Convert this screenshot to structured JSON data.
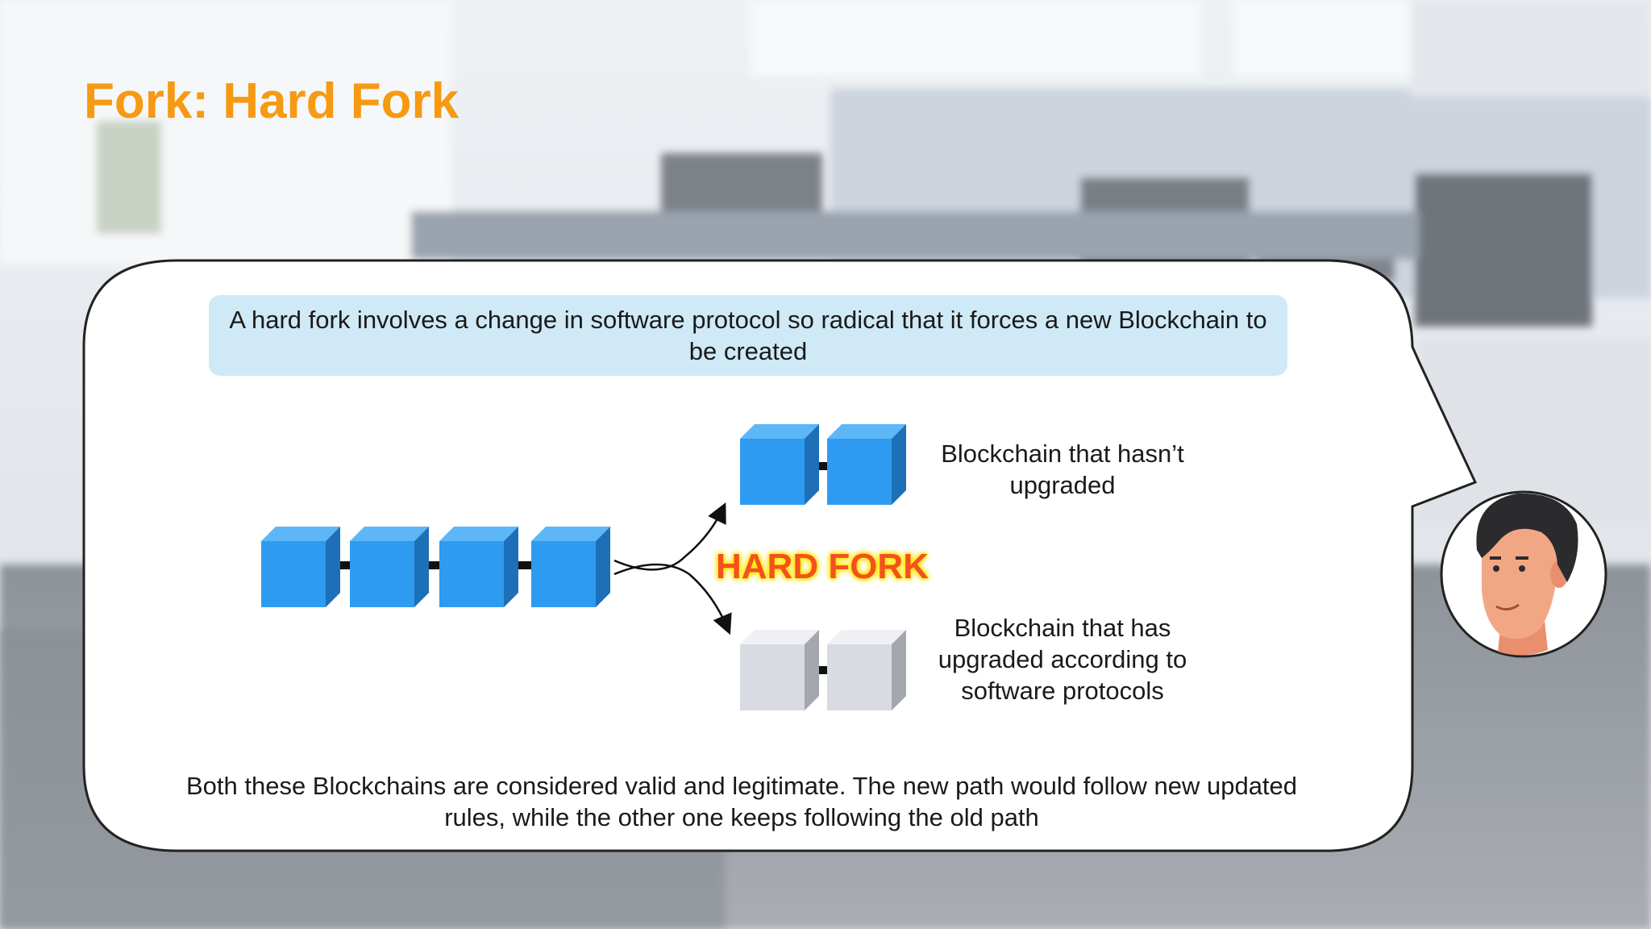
{
  "slide": {
    "title": "Fork: Hard Fork",
    "definition": "A hard fork involves a change in software protocol so radical that it forces a new Blockchain to be created",
    "branch_top_label": "Blockchain that hasn’t upgraded",
    "branch_bottom_label": "Blockchain that has upgraded according to software protocols",
    "fork_label": "HARD FORK",
    "conclusion": "Both these Blockchains are considered valid and legitimate. The new path would follow new updated rules, while the other one keeps following the old path"
  },
  "colors": {
    "title": "#f59a12",
    "block_blue": "#2e9bf0",
    "block_gray": "#d8dbe2",
    "definition_box": "#cfe9f7",
    "fork_text": "#f4511e",
    "fork_glow": "#fff200"
  },
  "icons": [
    "presenter-avatar-icon",
    "arrow-up-icon",
    "arrow-down-icon"
  ]
}
